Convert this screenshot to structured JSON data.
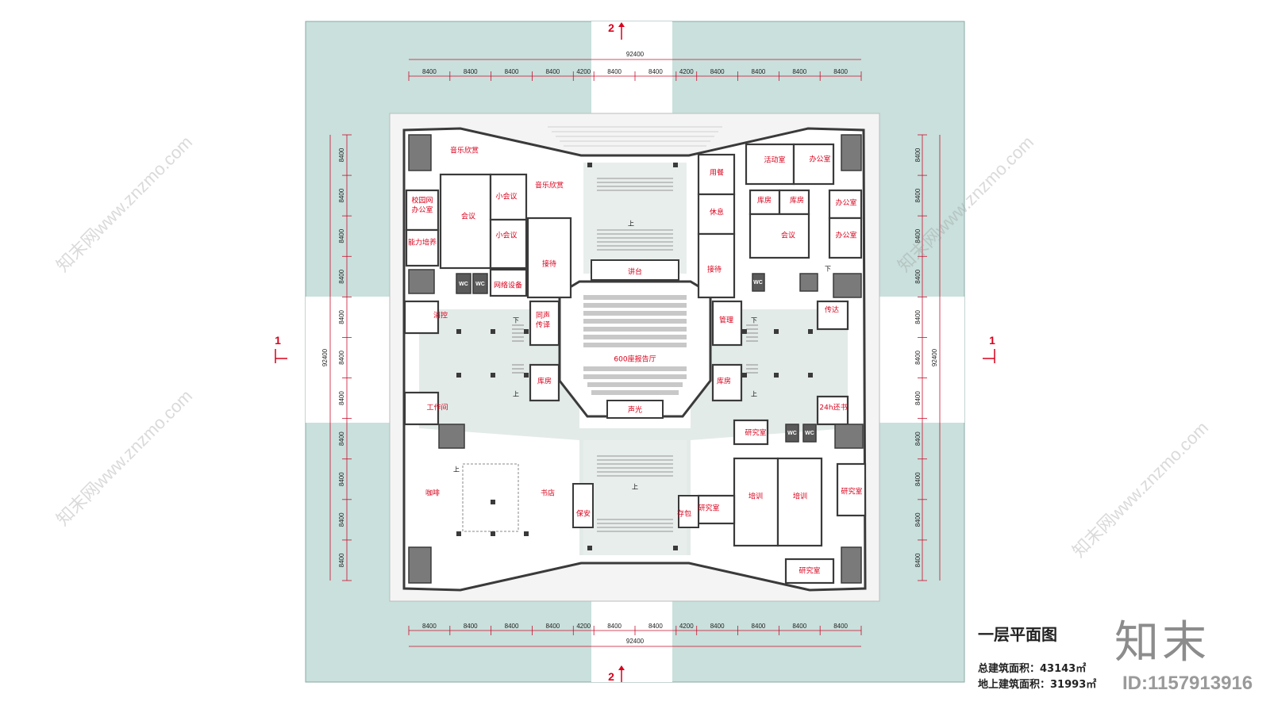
{
  "drawing": {
    "title": "一层平面图",
    "total_area": "总建筑面积：43143㎡",
    "above_ground_area": "地上建筑面积：",
    "above_ground_area_partial": "31993㎡",
    "overall_dimension": "92400",
    "section_marks": {
      "one": "1",
      "two": "2"
    }
  },
  "dimensions": {
    "horizontal": [
      "8400",
      "8400",
      "8400",
      "8400",
      "4200",
      "8400",
      "8400",
      "4200",
      "8400",
      "8400",
      "8400",
      "8400"
    ],
    "vertical": [
      "8400",
      "8400",
      "8400",
      "8400",
      "8400",
      "8400",
      "8400",
      "8400",
      "8400",
      "8400",
      "8400"
    ]
  },
  "rooms": {
    "r01": "音乐欣赏",
    "r02": "会议",
    "r03": "小会议",
    "r04": "小会议",
    "r05": "音乐欣赏",
    "r06": "校园网",
    "r07": "办公室",
    "r08": "能力培养",
    "r09": "接待",
    "r10": "讲台",
    "r11": "网络设备",
    "r12": "消控",
    "r13": "同声",
    "r14": "传译",
    "r15": "600座报告厅",
    "r16": "库房",
    "r17": "声光",
    "r18": "工作间",
    "r19": "咖啡",
    "r20": "书店",
    "r21": "保安",
    "r22": "存包",
    "r23": "用餐",
    "r24": "活动室",
    "r25": "办公室",
    "r26": "库房",
    "r27": "库房",
    "r28": "办公室",
    "r29": "休息",
    "r30": "会议",
    "r31": "办公室",
    "r32": "接待",
    "r33": "管理",
    "r34": "传达",
    "r35": "库房",
    "r36": "24h还书",
    "r37": "研究室",
    "r38": "培训",
    "r39": "培训",
    "r40": "研究室",
    "r41": "研究室",
    "r42": "研究室"
  },
  "wc_labels": [
    "WC",
    "WC",
    "WC",
    "WC",
    "WC"
  ],
  "stair_labels": {
    "up": "上",
    "down": "下"
  },
  "watermark": {
    "logo": "知末",
    "id": "ID:1157913916",
    "text": "知末网www.znzmo.com"
  },
  "colors": {
    "site_green": "#c9e0dc",
    "site_border": "#8aa9a4",
    "plaza": "#f4f4f4",
    "interior": "#e3ebe8",
    "wall": "#3a3a3a",
    "stair_dark": "#5a5a5a",
    "label_red": "#d9001b",
    "dim_red": "#c8102e"
  }
}
